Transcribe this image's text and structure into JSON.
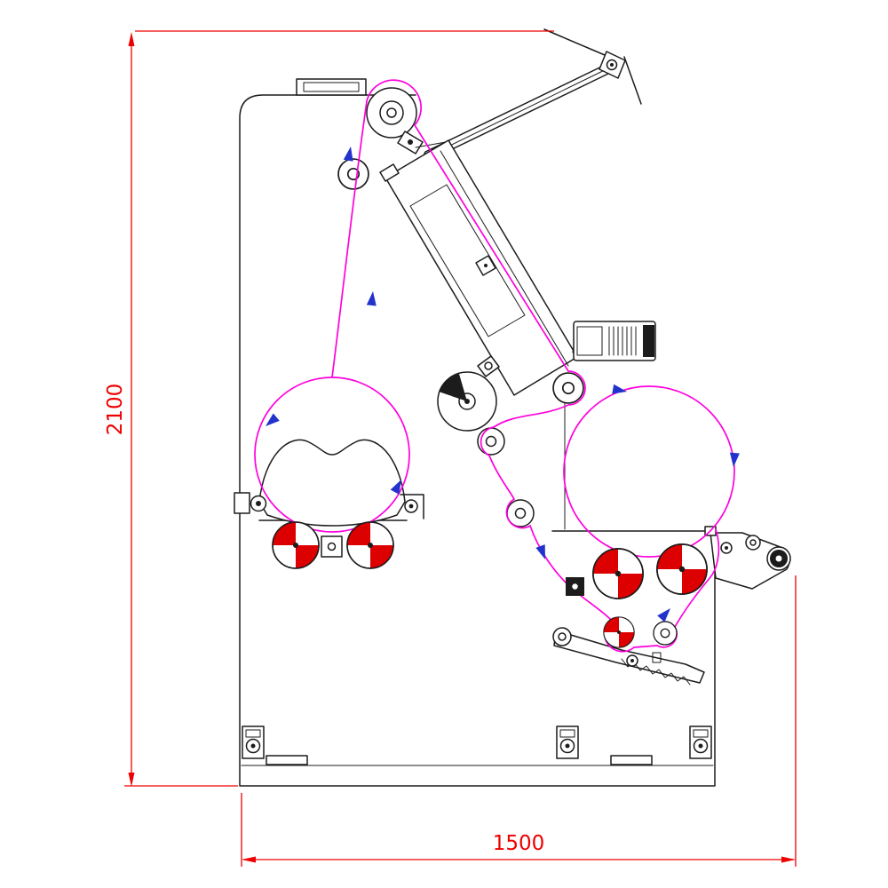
{
  "page": {
    "background": "#ffffff"
  },
  "diagram": {
    "type": "technical-drawing",
    "dimensions": {
      "height_label": "2100",
      "width_label": "1500"
    },
    "colors": {
      "dimension": "#ee0000",
      "web_path": "#ff00dd",
      "arrow": "#2233cc",
      "outline": "#1c1c1c",
      "roller_red": "#dd0000"
    }
  }
}
